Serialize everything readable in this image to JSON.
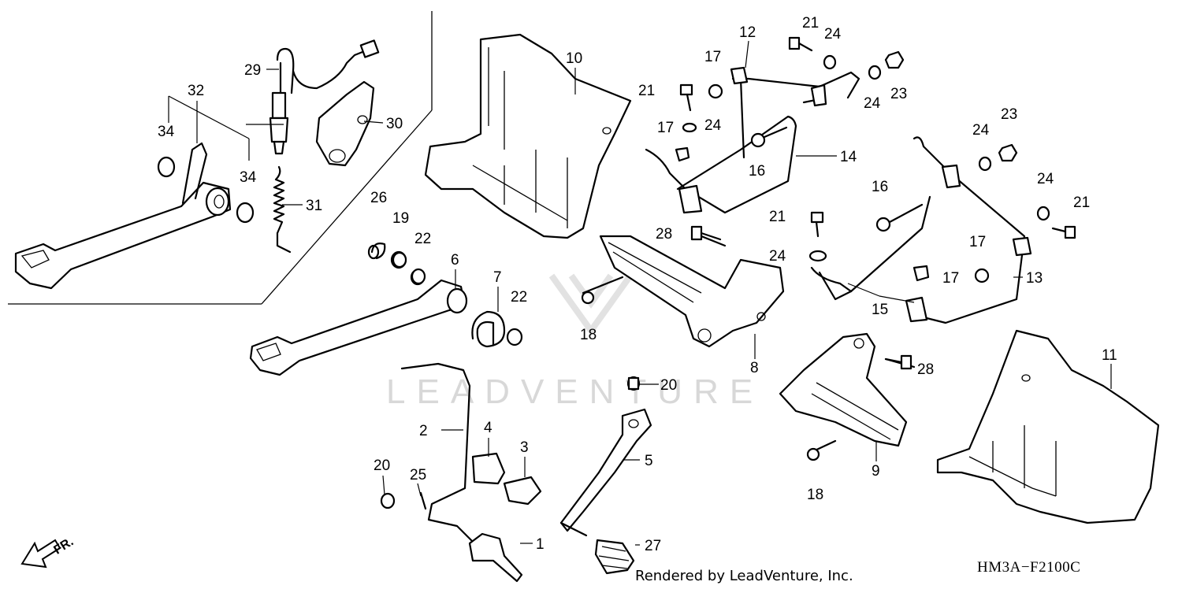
{
  "diagram": {
    "callouts": {
      "c1": "1",
      "c2": "2",
      "c3": "3",
      "c4": "4",
      "c5": "5",
      "c6": "6",
      "c7": "7",
      "c8": "8",
      "c9": "9",
      "c10": "10",
      "c11": "11",
      "c12": "12",
      "c13": "13",
      "c14": "14",
      "c15": "15",
      "c16": "16",
      "c17": "17",
      "c18": "18",
      "c19": "19",
      "c20": "20",
      "c21": "21",
      "c22": "22",
      "c23": "23",
      "c24": "24",
      "c25": "25",
      "c26": "26",
      "c27": "27",
      "c28": "28",
      "c29": "29",
      "c30": "30",
      "c31": "31",
      "c32": "32",
      "c34": "34"
    },
    "direction_label": "FR.",
    "diagram_code": "HM3A−F2100C",
    "watermark": "LEADVENTURE",
    "rendered_by": "Rendered by LeadVenture, Inc."
  }
}
